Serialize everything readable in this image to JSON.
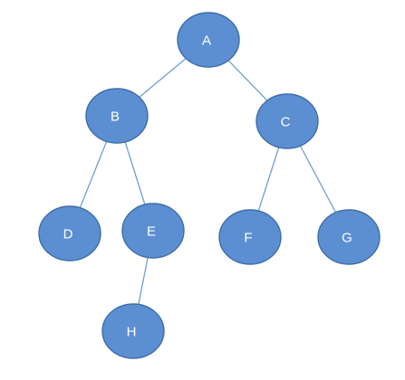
{
  "tree": {
    "nodes": [
      {
        "id": "A",
        "label": "A"
      },
      {
        "id": "B",
        "label": "B"
      },
      {
        "id": "C",
        "label": "C"
      },
      {
        "id": "D",
        "label": "D"
      },
      {
        "id": "E",
        "label": "E"
      },
      {
        "id": "F",
        "label": "F"
      },
      {
        "id": "G",
        "label": "G"
      },
      {
        "id": "H",
        "label": "H"
      }
    ],
    "edges": [
      {
        "from": "A",
        "to": "B"
      },
      {
        "from": "A",
        "to": "C"
      },
      {
        "from": "B",
        "to": "D"
      },
      {
        "from": "B",
        "to": "E"
      },
      {
        "from": "C",
        "to": "F"
      },
      {
        "from": "C",
        "to": "G"
      },
      {
        "from": "E",
        "to": "H"
      }
    ],
    "colors": {
      "node_fill": "#5b8fd1",
      "node_stroke": "#3f6ea8",
      "edge": "#6fa0d3",
      "label": "#ffffff"
    }
  }
}
